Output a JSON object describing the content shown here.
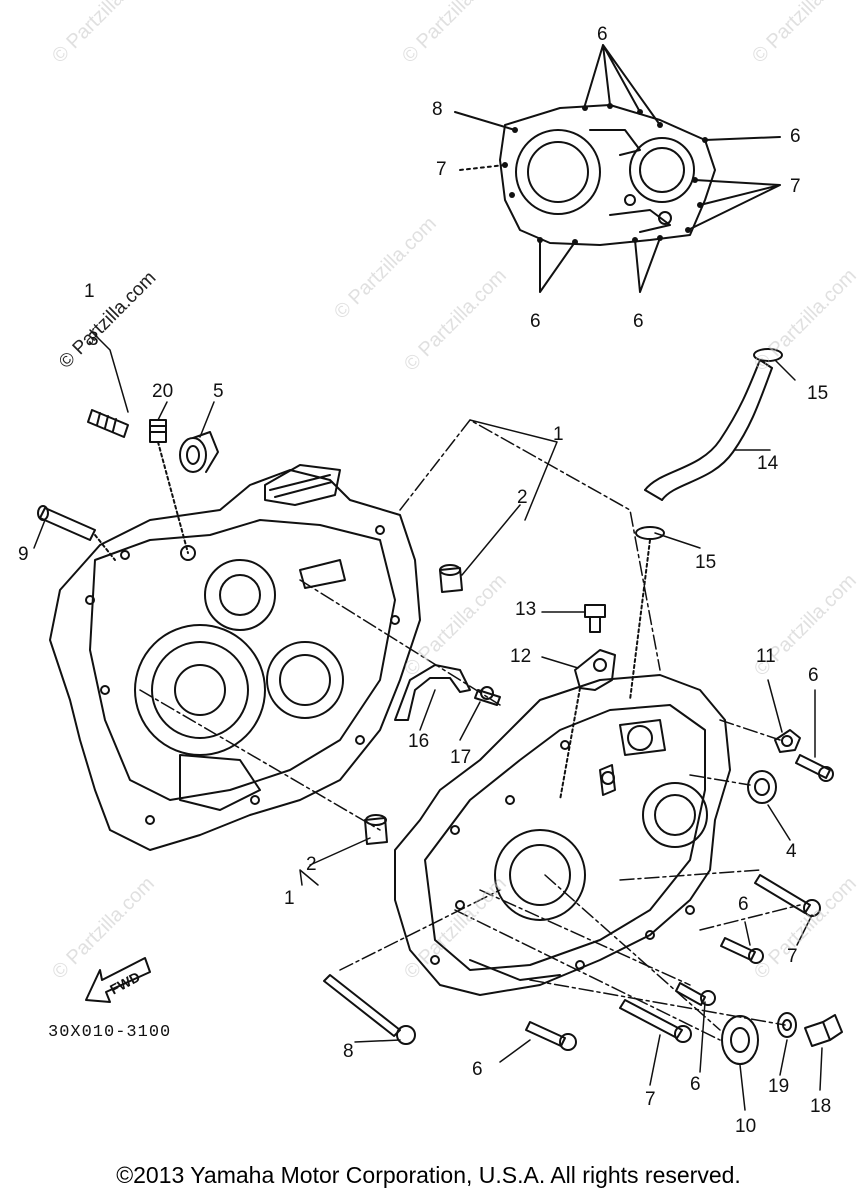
{
  "watermark": "© Partzilla.com",
  "part_code": "30X010-3100",
  "copyright": "©2013 Yamaha Motor Corporation, U.S.A. All rights reserved.",
  "fwd_label": "FWD",
  "callouts": {
    "c1a": "1",
    "c1b": "1",
    "c1c": "1",
    "c2a": "2",
    "c2b": "2",
    "c3": "3",
    "c4": "4",
    "c5": "5",
    "c6a": "6",
    "c6b": "6",
    "c6c": "6",
    "c6d": "6",
    "c6e": "6",
    "c6f": "6",
    "c6g": "6",
    "c6h": "6",
    "c7a": "7",
    "c7b": "7",
    "c7c": "7",
    "c7d": "7",
    "c8a": "8",
    "c8b": "8",
    "c9": "9",
    "c10": "10",
    "c11": "11",
    "c12": "12",
    "c13": "13",
    "c14": "14",
    "c15a": "15",
    "c15b": "15",
    "c16": "16",
    "c17": "17",
    "c18": "18",
    "c19": "19",
    "c20": "20"
  }
}
